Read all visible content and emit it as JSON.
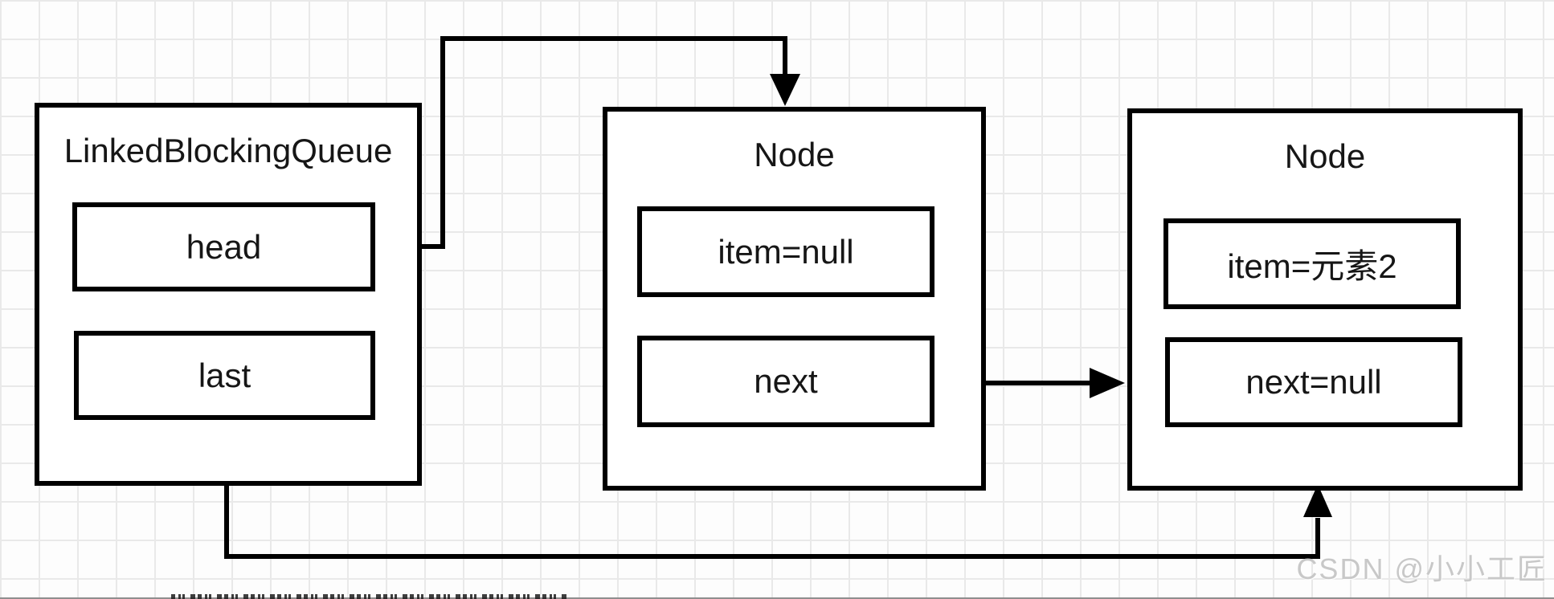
{
  "diagram": {
    "queue": {
      "title": "LinkedBlockingQueue",
      "head_label": "head",
      "last_label": "last"
    },
    "node1": {
      "title": "Node",
      "item_label": "item=null",
      "next_label": "next"
    },
    "node2": {
      "title": "Node",
      "item_label": "item=元素2",
      "next_label": "next=null"
    },
    "edges": [
      {
        "from": "LinkedBlockingQueue.head",
        "to": "Node(1).top",
        "shape": "elbow-up-over",
        "arrow": "down"
      },
      {
        "from": "Node(1).next",
        "to": "Node(2).left",
        "shape": "straight",
        "arrow": "right"
      },
      {
        "from": "LinkedBlockingQueue.last",
        "to": "Node(2).bottom",
        "shape": "elbow-down-under",
        "arrow": "up"
      }
    ]
  },
  "watermark": {
    "text": "CSDN @小小工匠"
  },
  "artifacts": {
    "bottom_strip": "clipped-text-fragments"
  },
  "colors": {
    "line": "#000000",
    "box-bg": "#ffffff",
    "bg": "#fdfdfd",
    "grid": "#e9e9e9",
    "watermark": "#c8c8c8",
    "artifact": "#8f8f8f"
  }
}
